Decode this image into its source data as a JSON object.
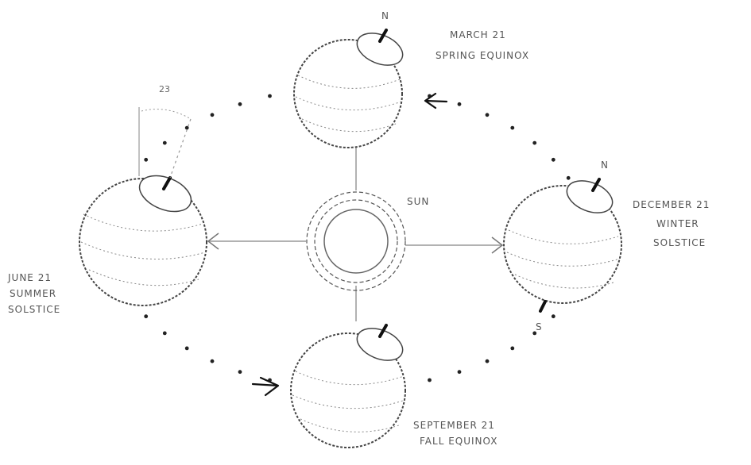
{
  "diagram": {
    "sun_label": "SUN",
    "tilt_label": "23",
    "positions": {
      "march": {
        "date": "MARCH 21",
        "event": "SPRING EQUINOX",
        "pole": "N"
      },
      "june": {
        "date": "JUNE 21",
        "event_line1": "SUMMER",
        "event_line2": "SOLSTICE"
      },
      "september": {
        "date": "SEPTEMBER 21",
        "event": "FALL EQUINOX"
      },
      "december": {
        "date": "DECEMBER 21",
        "event_line1": "WINTER",
        "event_line2": "SOLSTICE",
        "pole_north": "N",
        "pole_south": "S"
      }
    }
  }
}
